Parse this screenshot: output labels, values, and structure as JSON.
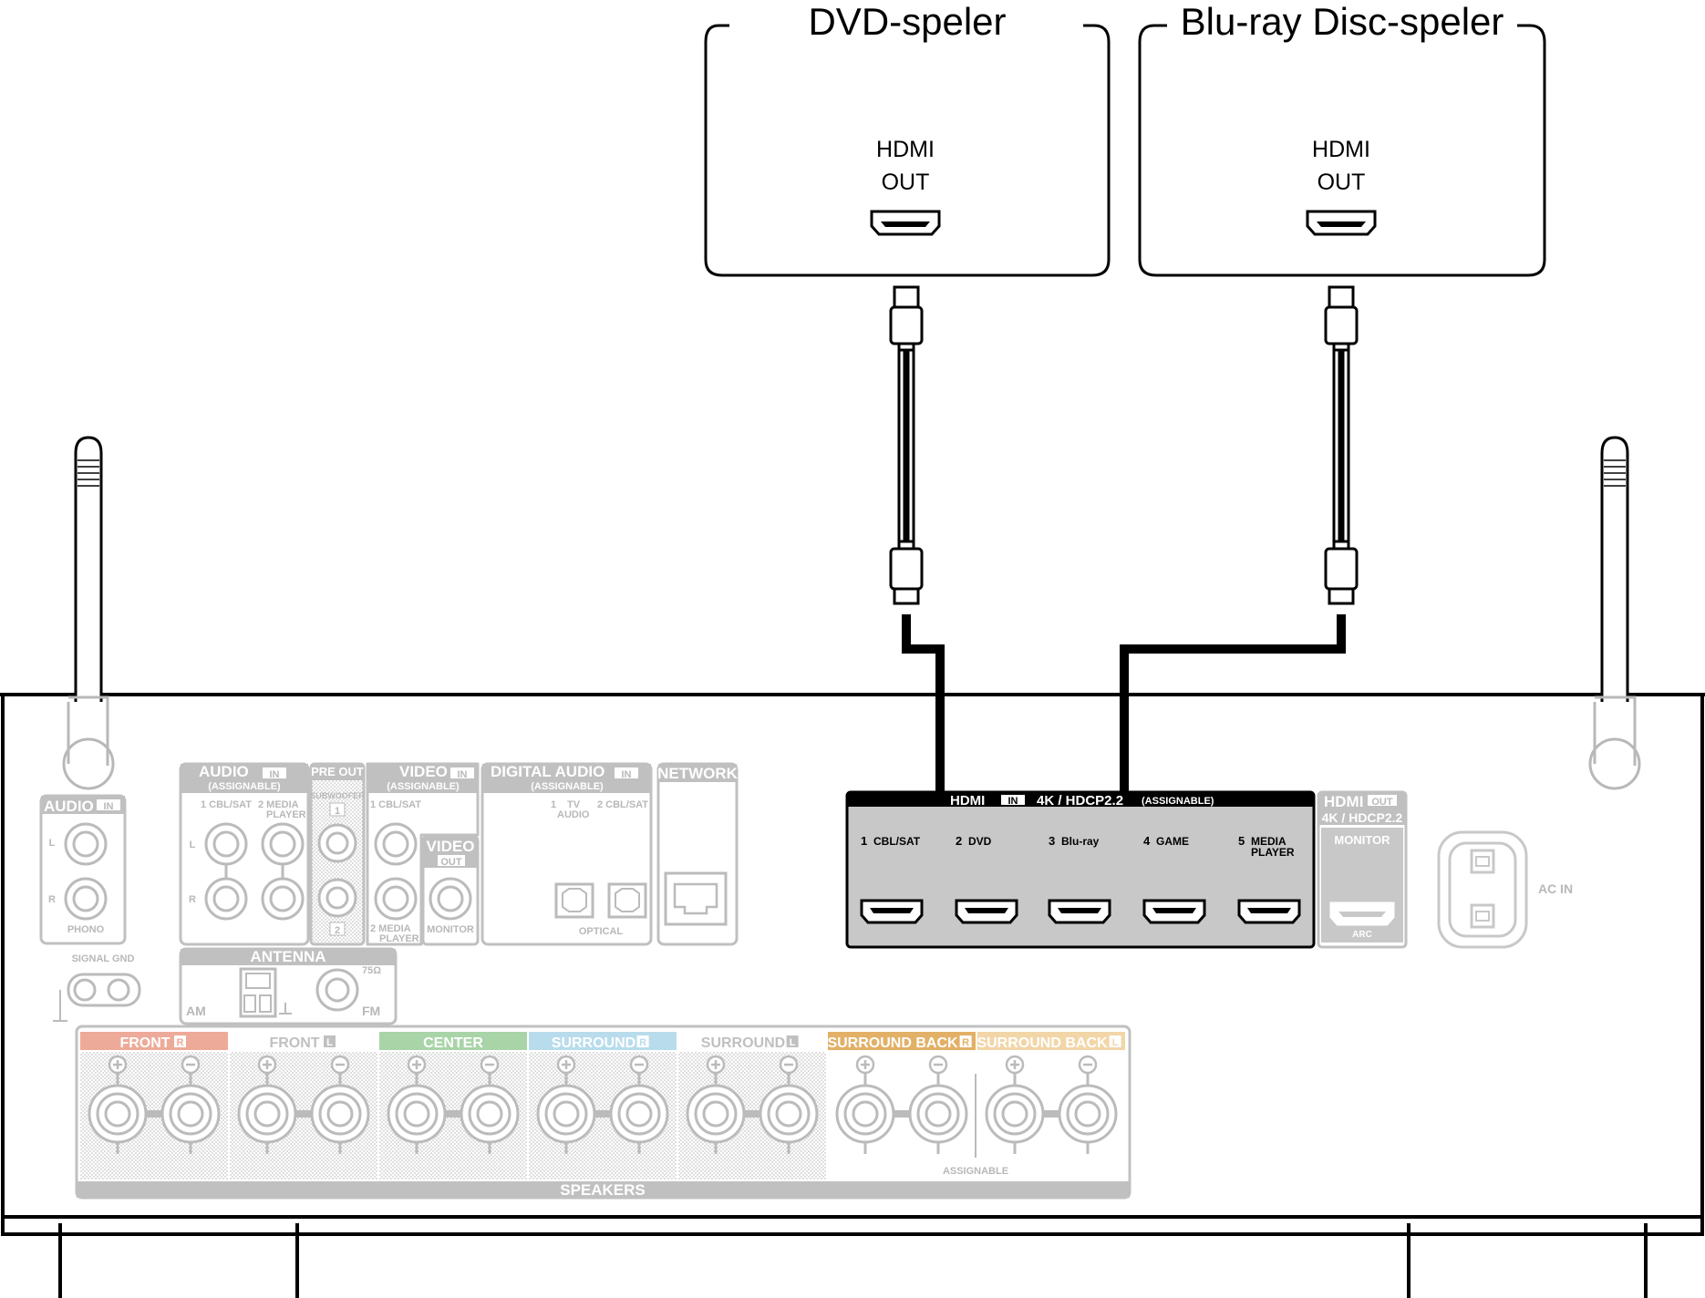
{
  "devices": [
    {
      "name": "DVD-speler",
      "port_line1": "HDMI",
      "port_line2": "OUT"
    },
    {
      "name": "Blu-ray Disc-speler",
      "port_line1": "HDMI",
      "port_line2": "OUT"
    }
  ],
  "receiver": {
    "audio_in": {
      "title": "AUDIO",
      "badge": "IN",
      "l": "L",
      "r": "R",
      "phono": "PHONO"
    },
    "audio_assign": {
      "title": "AUDIO",
      "badge": "IN",
      "sub": "(ASSIGNABLE)",
      "in1": "1 CBL/SAT",
      "in2": "2 MEDIA",
      "in2b": "PLAYER",
      "l": "L",
      "r": "R"
    },
    "pre_out": {
      "title": "PRE OUT",
      "sub": "SUBWOOFER",
      "ch1": "1",
      "ch2": "2"
    },
    "video_in": {
      "title": "VIDEO",
      "badge": "IN",
      "sub": "(ASSIGNABLE)",
      "in1": "1 CBL/SAT",
      "in2": "2 MEDIA",
      "in2b": "PLAYER"
    },
    "video_out": {
      "title": "VIDEO",
      "badge": "OUT",
      "monitor": "MONITOR"
    },
    "digital_audio": {
      "title": "DIGITAL AUDIO",
      "badge": "IN",
      "sub": "(ASSIGNABLE)",
      "in1": "1",
      "in1b": "TV",
      "in1c": "AUDIO",
      "in2": "2 CBL/SAT",
      "optical": "OPTICAL"
    },
    "network": {
      "title": "NETWORK"
    },
    "signal_gnd": "SIGNAL GND",
    "antenna": {
      "title": "ANTENNA",
      "am": "AM",
      "fm": "FM",
      "ohm": "75Ω"
    },
    "hdmi_in": {
      "title": "HDMI",
      "badge": "IN",
      "spec": "4K / HDCP2.2",
      "assign": "(ASSIGNABLE)",
      "ports": [
        {
          "num": "1",
          "label": "CBL/SAT",
          "label2": ""
        },
        {
          "num": "2",
          "label": "DVD",
          "label2": ""
        },
        {
          "num": "3",
          "label": "Blu-ray",
          "label2": ""
        },
        {
          "num": "4",
          "label": "GAME",
          "label2": ""
        },
        {
          "num": "5",
          "label": "MEDIA",
          "label2": "PLAYER"
        }
      ]
    },
    "hdmi_out": {
      "title": "HDMI",
      "badge": "OUT",
      "spec": "4K / HDCP2.2",
      "monitor": "MONITOR",
      "arc": "ARC"
    },
    "ac_in": "AC IN",
    "speakers": {
      "groups": [
        {
          "label": "FRONT",
          "badge": "R",
          "color": "#eeaa99"
        },
        {
          "label": "FRONT",
          "badge": "L",
          "color": "#ffffff"
        },
        {
          "label": "CENTER",
          "badge": "",
          "color": "#a8d4a8"
        },
        {
          "label": "SURROUND",
          "badge": "R",
          "color": "#b8dcec"
        },
        {
          "label": "SURROUND",
          "badge": "L",
          "color": "#ffffff"
        },
        {
          "label": "SURROUND BACK",
          "badge": "R",
          "color": "#e2b066"
        },
        {
          "label": "SURROUND BACK",
          "badge": "L",
          "color": "#f2d6a8"
        }
      ],
      "assignable": "ASSIGNABLE",
      "footer": "SPEAKERS"
    }
  }
}
